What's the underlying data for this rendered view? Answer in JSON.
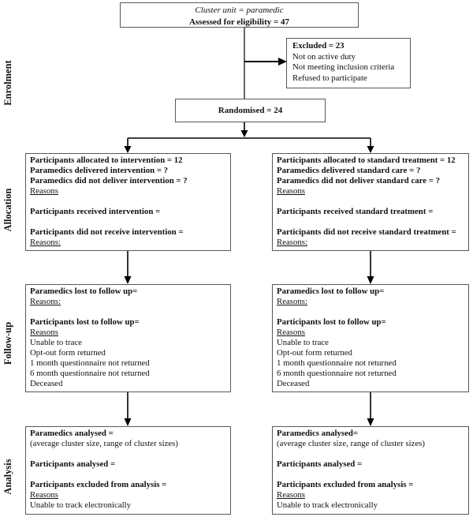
{
  "figure": {
    "title": "CONSORT cluster trial flow diagram",
    "colors": {
      "box_border": "#595959",
      "connector": "#000000",
      "text": "#111111",
      "background": "#ffffff"
    },
    "stages": [
      {
        "label": "Enrolment"
      },
      {
        "label": "Allocation"
      },
      {
        "label": "Follow-up"
      },
      {
        "label": "Analysis"
      }
    ],
    "boxes": {
      "top": {
        "lines": [
          {
            "text": "Cluster unit = paramedic",
            "i": true
          },
          {
            "text": "Assessed for eligibility = 47",
            "b": true
          }
        ]
      },
      "excluded": {
        "lines": [
          {
            "text": "Excluded = 23",
            "b": true
          },
          {
            "text": "Not on active duty"
          },
          {
            "text": "Not meeting inclusion criteria"
          },
          {
            "text": "Refused to participate"
          }
        ]
      },
      "randomised": {
        "lines": [
          {
            "text": "Randomised = 24",
            "b": true
          }
        ]
      },
      "alloc_left": {
        "lines": [
          {
            "text": "Participants allocated to intervention = 12",
            "b": true
          },
          {
            "text": "Paramedics delivered intervention = ?",
            "b": true
          },
          {
            "text": "Paramedics did not deliver intervention = ?",
            "b": true
          },
          {
            "text": "Reasons",
            "u": true
          },
          {
            "text": ""
          },
          {
            "text": "Participants received intervention =",
            "b": true
          },
          {
            "text": ""
          },
          {
            "text": "Participants did not receive intervention =",
            "b": true
          },
          {
            "text": "Reasons:",
            "u": true
          }
        ]
      },
      "alloc_right": {
        "lines": [
          {
            "text": "Participants allocated to standard treatment = 12",
            "b": true
          },
          {
            "text": "Paramedics delivered standard care = ?",
            "b": true
          },
          {
            "text": "Paramedics did not deliver standard care = ?",
            "b": true
          },
          {
            "text": "Reasons",
            "u": true
          },
          {
            "text": ""
          },
          {
            "text": "Participants received standard treatment =",
            "b": true
          },
          {
            "text": ""
          },
          {
            "text": "Participants did not receive standard treatment =",
            "b": true
          },
          {
            "text": "Reasons:",
            "u": true
          }
        ]
      },
      "followup_left": {
        "lines": [
          {
            "text": "Paramedics lost to follow up=",
            "b": true
          },
          {
            "text": "Reasons:",
            "u": true
          },
          {
            "text": ""
          },
          {
            "text": "Participants lost to follow up=",
            "b": true
          },
          {
            "text": "Reasons",
            "u": true
          },
          {
            "text": "Unable to trace"
          },
          {
            "text": "Opt-out form returned"
          },
          {
            "text": "1 month questionnaire not returned"
          },
          {
            "text": "6 month questionnaire not returned"
          },
          {
            "text": "Deceased"
          }
        ]
      },
      "followup_right": {
        "lines": [
          {
            "text": "Paramedics lost to follow up=",
            "b": true
          },
          {
            "text": "Reasons:",
            "u": true
          },
          {
            "text": ""
          },
          {
            "text": "Participants lost to follow up=",
            "b": true
          },
          {
            "text": "Reasons",
            "u": true
          },
          {
            "text": "Unable to trace"
          },
          {
            "text": "Opt-out form returned"
          },
          {
            "text": "1 month questionnaire not returned"
          },
          {
            "text": "6 month questionnaire not returned"
          },
          {
            "text": "Deceased"
          }
        ]
      },
      "analysis_left": {
        "lines": [
          {
            "text": "Paramedics analysed =",
            "b": true
          },
          {
            "text": "(average cluster size, range of cluster sizes)"
          },
          {
            "text": ""
          },
          {
            "text": "Participants analysed =",
            "b": true
          },
          {
            "text": ""
          },
          {
            "text": "Participants excluded from analysis =",
            "b": true
          },
          {
            "text": "Reasons",
            "u": true
          },
          {
            "text": "Unable to track electronically"
          }
        ]
      },
      "analysis_right": {
        "lines": [
          {
            "text": "Paramedics analysed=",
            "b": true
          },
          {
            "text": "(average cluster size, range of cluster sizes)"
          },
          {
            "text": ""
          },
          {
            "text": "Participants analysed =",
            "b": true
          },
          {
            "text": ""
          },
          {
            "text": "Participants excluded from analysis =",
            "b": true
          },
          {
            "text": "Reasons",
            "u": true
          },
          {
            "text": "Unable to track electronically"
          }
        ]
      }
    }
  }
}
